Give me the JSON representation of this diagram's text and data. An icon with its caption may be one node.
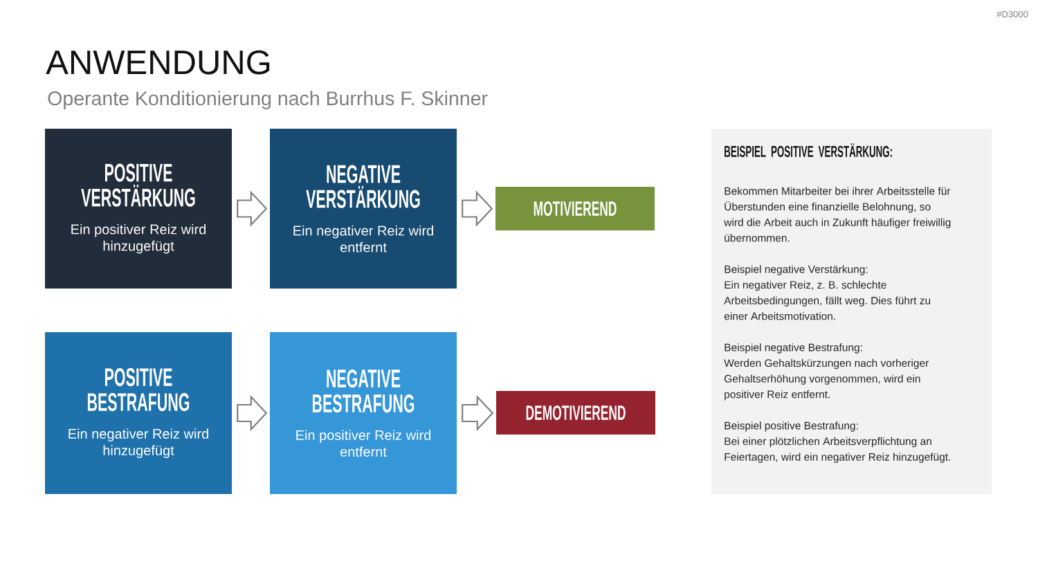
{
  "diagram": {
    "title": "ANWENDUNG",
    "nodes": [
      {
        "text": [
          "POSITIVE VERSTÄRKUNG",
          "Ein positiver Reiz wird hinzugefügt"
        ]
      },
      {
        "text": [
          "NEGATIVE VERSTÄRKUNG",
          "Ein negativer Reiz wird entfernt"
        ]
      },
      {
        "text": [
          "MOTIVIEREND"
        ]
      },
      {
        "text": [
          "POSITIVE BESTRAFUNG",
          "Ein negativer Reiz wird hinzugefügt"
        ]
      },
      {
        "text": [
          "NEGATIVE BESTRAFUNG",
          "Ein positiver Reiz wird entfernt"
        ]
      },
      {
        "text": [
          "DEMOTIVIEREND"
        ]
      },
      {
        "text": [
          "BEISPIEL POSITIVE VERSTÄRKUNG:",
          "Bekommen Mitarbeiter bei ihrer Arbeitsstelle für Überstunden eine finanzielle Belohnung, so wird die Arbeit auch in Zukunft häufiger freiwillig übernommen.",
          "Beispiel negative Verstärkung:",
          "Ein negativer Reiz, z. B. schlechte Arbeitsbedingungen, fällt weg. Dies führt zu einer Arbeitsmotivation.",
          "Beispiel negative Bestrafung:",
          "Werden Gehaltskürzungen nach vorheriger Gehaltserhöhung vorgenommen, wird ein positiver Reiz entfernt.",
          "Beispiel positive Bestrafung:",
          "Bei einer plötzlichen Arbeitsverpflichtung an Feiertagen, wird ein negativer Reiz hinzugefügt."
        ]
      }
    ],
    "edges": [
      {
        "from": 0,
        "to": 1,
        "arrow": "to"
      },
      {
        "from": 1,
        "to": 2,
        "arrow": "to"
      },
      {
        "from": 3,
        "to": 4,
        "arrow": "to"
      },
      {
        "from": 4,
        "to": 5,
        "arrow": "to"
      }
    ],
    "labels": [
      "#D3000",
      "Operante Konditionierung nach Burrhus F. Skinner"
    ]
  }
}
